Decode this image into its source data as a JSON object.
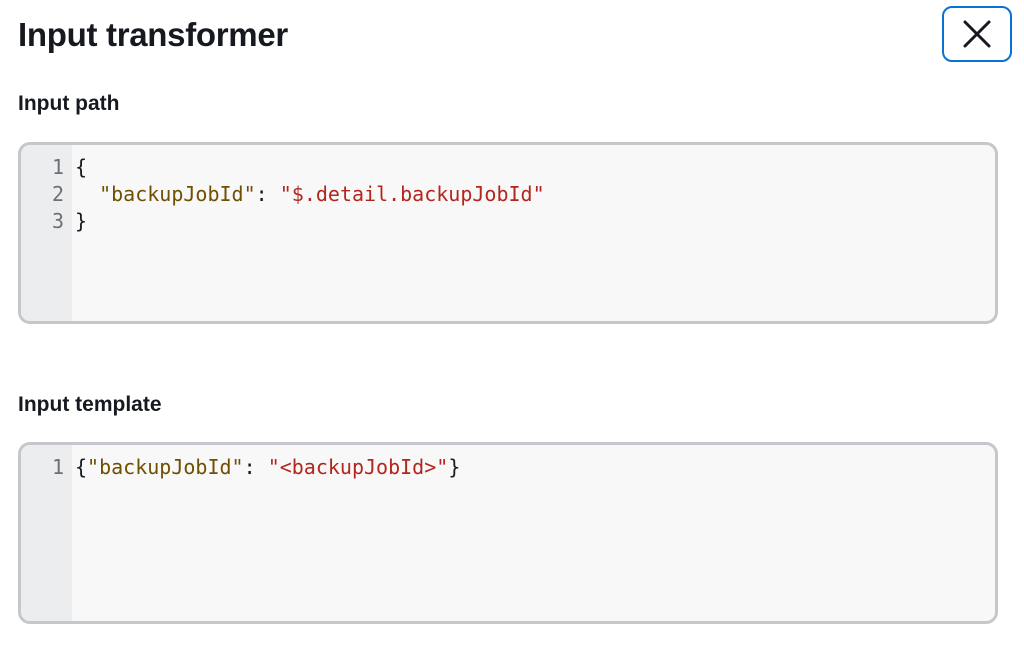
{
  "dialog": {
    "title": "Input transformer",
    "close_label": "Close"
  },
  "input_path": {
    "label": "Input path",
    "lines": [
      {
        "num": "1",
        "indent": "",
        "open": "{",
        "key": "",
        "sep": "",
        "value": "",
        "close": ""
      },
      {
        "num": "2",
        "indent": "  ",
        "open": "",
        "key": "\"backupJobId\"",
        "sep": ": ",
        "value": "\"$.detail.backupJobId\"",
        "close": ""
      },
      {
        "num": "3",
        "indent": "",
        "open": "}",
        "key": "",
        "sep": "",
        "value": "",
        "close": ""
      }
    ]
  },
  "input_template": {
    "label": "Input template",
    "lines": [
      {
        "num": "1",
        "indent": "",
        "open": "{",
        "key": "\"backupJobId\"",
        "sep": ": ",
        "value": "\"<backupJobId>\"",
        "close": "}"
      }
    ]
  },
  "colors": {
    "key": "#6f4f00",
    "string": "#b3261e",
    "accent": "#0972d3"
  },
  "icons": {
    "close": "close-icon"
  }
}
